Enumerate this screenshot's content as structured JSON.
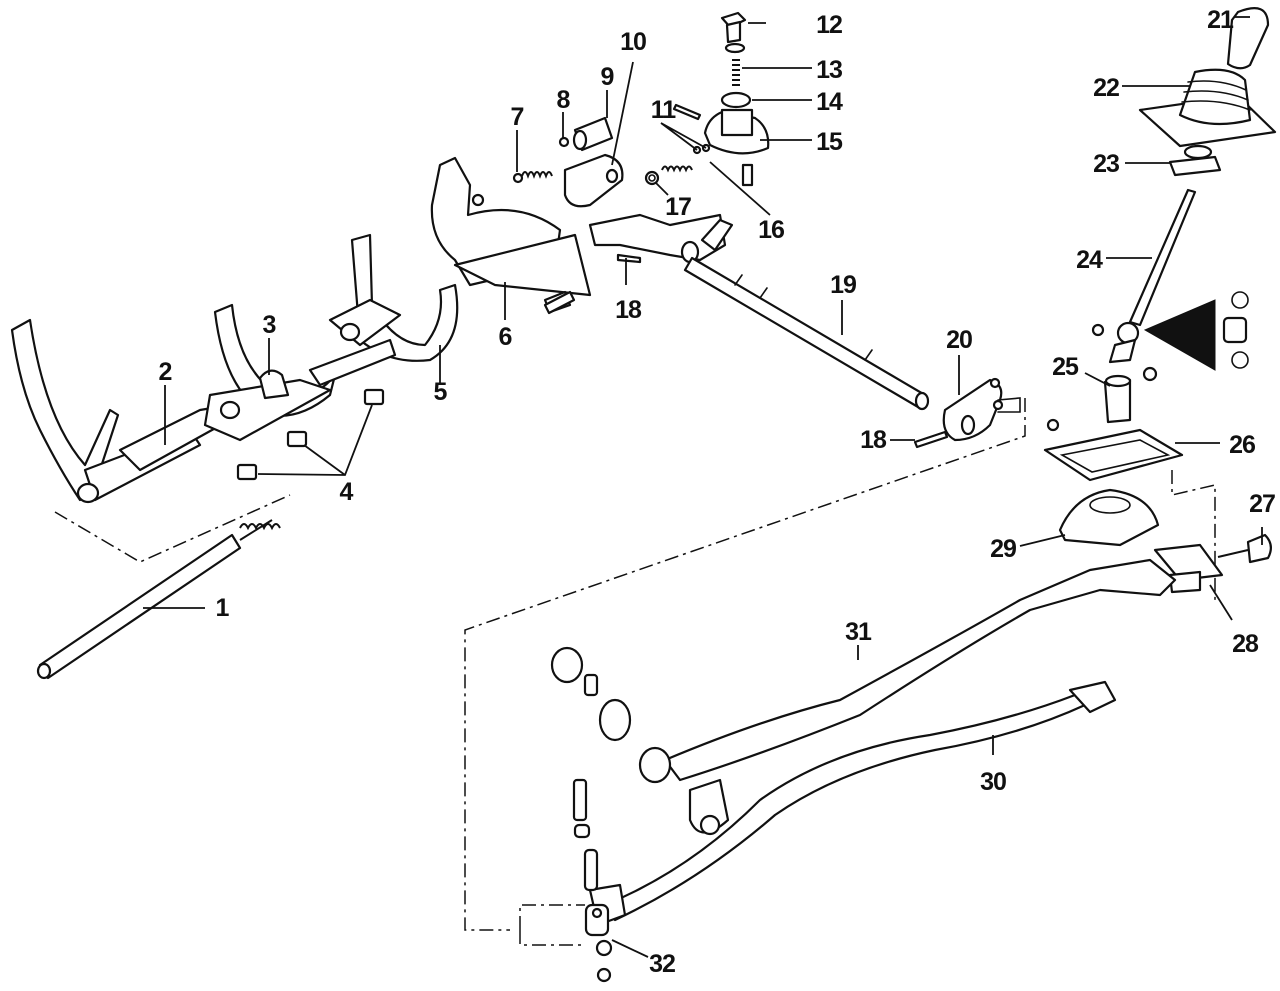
{
  "diagram": {
    "title": "Manual transmission gearshift mechanism — exploded view",
    "background_color": "#ffffff",
    "line_color": "#111111",
    "callouts": [
      {
        "id": "c1",
        "label": "1",
        "part": "shift rail"
      },
      {
        "id": "c2",
        "label": "2",
        "part": "shift fork with rail"
      },
      {
        "id": "c3",
        "label": "3",
        "part": "shift fork"
      },
      {
        "id": "c4",
        "label": "4",
        "part": "interlock blocks"
      },
      {
        "id": "c5",
        "label": "5",
        "part": "shift fork"
      },
      {
        "id": "c6",
        "label": "6",
        "part": "selector bracket"
      },
      {
        "id": "c7",
        "label": "7",
        "part": "spring"
      },
      {
        "id": "c8",
        "label": "8",
        "part": "ball"
      },
      {
        "id": "c9",
        "label": "9",
        "part": "bushing"
      },
      {
        "id": "c10",
        "label": "10",
        "part": "lever"
      },
      {
        "id": "c11",
        "label": "11",
        "part": "balls"
      },
      {
        "id": "c12",
        "label": "12",
        "part": "plunger"
      },
      {
        "id": "c13",
        "label": "13",
        "part": "spring"
      },
      {
        "id": "c14",
        "label": "14",
        "part": "seal ring"
      },
      {
        "id": "c15",
        "label": "15",
        "part": "housing"
      },
      {
        "id": "c16",
        "label": "16",
        "part": "spring"
      },
      {
        "id": "c17",
        "label": "17",
        "part": "plug"
      },
      {
        "id": "c18a",
        "label": "18",
        "part": "pin"
      },
      {
        "id": "c18b",
        "label": "18",
        "part": "pin"
      },
      {
        "id": "c19",
        "label": "19",
        "part": "selector shaft"
      },
      {
        "id": "c20",
        "label": "20",
        "part": "shaft lever"
      },
      {
        "id": "c21",
        "label": "21",
        "part": "shift knob"
      },
      {
        "id": "c22",
        "label": "22",
        "part": "boot"
      },
      {
        "id": "c23",
        "label": "23",
        "part": "boot retainer"
      },
      {
        "id": "c24",
        "label": "24",
        "part": "shift lever"
      },
      {
        "id": "c25",
        "label": "25",
        "part": "bushing"
      },
      {
        "id": "c26",
        "label": "26",
        "part": "cover"
      },
      {
        "id": "c27",
        "label": "27",
        "part": "damper"
      },
      {
        "id": "c28",
        "label": "28",
        "part": "bracket"
      },
      {
        "id": "c29",
        "label": "29",
        "part": "lever housing"
      },
      {
        "id": "c30",
        "label": "30",
        "part": "shift rod"
      },
      {
        "id": "c31",
        "label": "31",
        "part": "stabilizer rod"
      },
      {
        "id": "c32",
        "label": "32",
        "part": "rod end"
      }
    ]
  }
}
